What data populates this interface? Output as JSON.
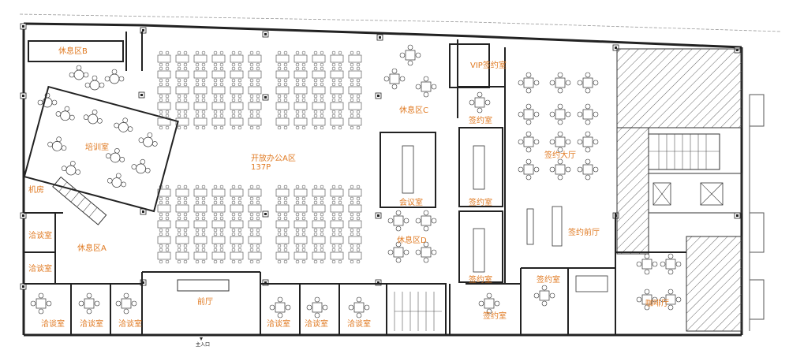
{
  "floor_plan": {
    "rooms": {
      "rest_b": "休息区B",
      "vip_sign": "VIP签约室",
      "rest_c": "休息区C",
      "sign_1": "签约室",
      "training": "培训室",
      "open_office": "开放办公A区",
      "open_office_count": "137P",
      "signing_hall": "签约大厅",
      "machine_room": "机房",
      "meeting": "会议室",
      "sign_2": "签约室",
      "rest_d": "休息区D",
      "negotiation_1": "洽谈室",
      "rest_a": "休息区A",
      "sign_front": "签约前厅",
      "negotiation_2": "洽谈室",
      "sign_3": "签约室",
      "sign_4": "签约室",
      "lobby": "前厅",
      "cafe": "咖啡厅",
      "neg_b1": "洽谈室",
      "neg_b2": "洽谈室",
      "neg_b3": "洽谈室",
      "neg_b4": "洽谈室",
      "neg_b5": "洽谈室",
      "neg_b6": "洽谈室",
      "sign_5": "签约室"
    },
    "entrance": "主入口",
    "colors": {
      "label": "#e07a22",
      "wall": "#222222",
      "hatch": "#555555"
    }
  }
}
